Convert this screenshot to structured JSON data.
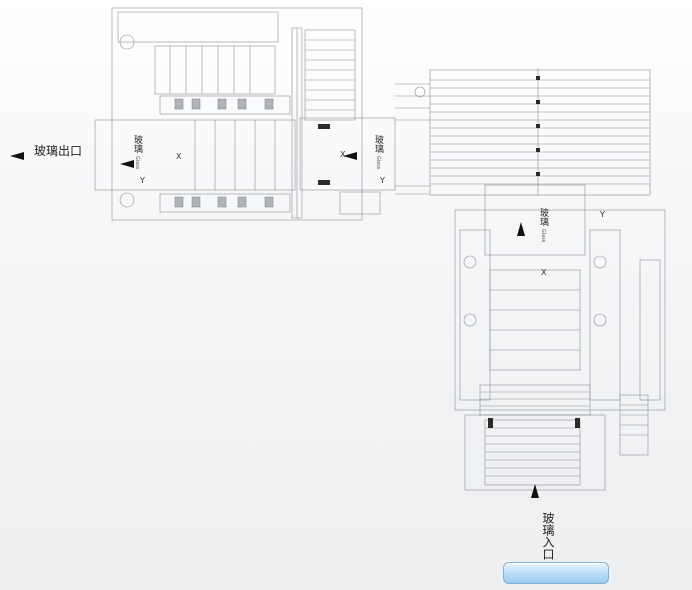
{
  "labels": {
    "glass_exit": "玻璃出口",
    "glass_entry": "玻璃入口",
    "glass_cn": "玻璃",
    "glass_en": "Glass",
    "axis_x": "X",
    "axis_y": "Y"
  },
  "colors": {
    "line": "#8c9096",
    "dark": "#2b2b2b",
    "button": "#a9d6f5"
  }
}
